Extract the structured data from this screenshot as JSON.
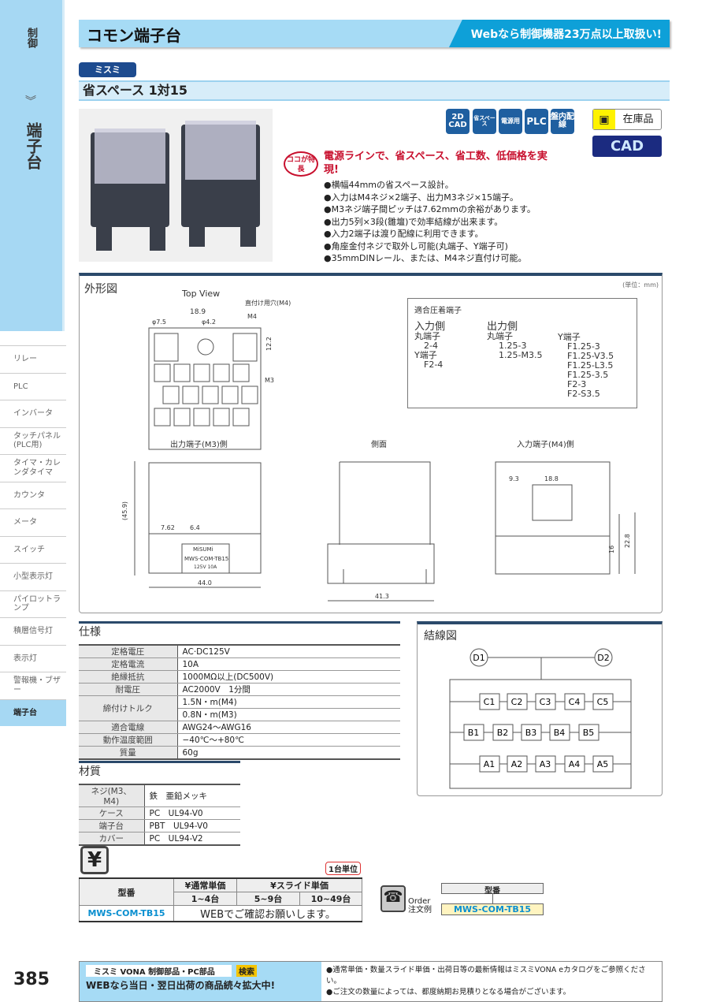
{
  "sidebar": {
    "category": "制御",
    "current_section": "端子台",
    "items": [
      {
        "label": "リレー"
      },
      {
        "label": "PLC"
      },
      {
        "label": "インバータ"
      },
      {
        "label": "タッチパネル(PLC用)"
      },
      {
        "label": "タイマ・カレンダタイマ"
      },
      {
        "label": "カウンタ"
      },
      {
        "label": "メータ"
      },
      {
        "label": "スイッチ"
      },
      {
        "label": "小型表示灯"
      },
      {
        "label": "パイロットランプ"
      },
      {
        "label": "積層信号灯"
      },
      {
        "label": "表示灯"
      },
      {
        "label": "警報機・ブザー"
      },
      {
        "label": "端子台",
        "active": true
      }
    ]
  },
  "header": {
    "title": "コモン端子台",
    "promo": "Webなら制御機器23万点以上取扱い!"
  },
  "brand": "ミスミ",
  "subtitle": "省スペース 1対15",
  "feature_icons": [
    "2D CAD",
    "省スペース",
    "電源用",
    "PLC",
    "盤内配線"
  ],
  "stock_label": "在庫品",
  "cad_label": "CAD",
  "feature_badge": "ココが特長",
  "headline": "電源ラインで、省スペース、省工数、低価格を実現!",
  "bullets": [
    "●横幅44mmの省スペース設計。",
    "●入力はM4ネジ×2端子、出力M3ネジ×15端子。",
    "●M3ネジ端子間ピッチは7.62mmの余裕があります。",
    "●出力5列×3段(雛壇)で効率結線が出来ます。",
    "●入力2端子は渡り配線に利用できます。",
    "●角座金付ネジで取外し可能(丸端子、Y端子可)",
    "●35mmDINレール、または、M4ネジ直付け可能。"
  ],
  "outline": {
    "title": "外形図",
    "unit": "(単位：mm)",
    "top_view": "Top View",
    "hole_label": "直付け用穴(M4)",
    "dims": {
      "w189": "18.9",
      "d75": "φ7.5",
      "d42": "φ4.2",
      "m4": "M4",
      "h122": "12.2",
      "m3": "M3",
      "h459": "(45.9)",
      "p762": "7.62",
      "p64": "6.4",
      "w440": "44.0",
      "w413": "41.3",
      "d93": "9.3",
      "d188": "18.8",
      "h16": "16",
      "h228": "22.8"
    },
    "views": {
      "output": "出力端子(M3)側",
      "side": "側面",
      "input": "入力端子(M4)側"
    },
    "label_plate": {
      "brand": "MiSUMi",
      "model": "MWS-COM-TB15",
      "rating": "125V 10A"
    },
    "crimp": {
      "title": "適合圧着端子",
      "input_side": "入力側",
      "output_side": "出力側",
      "in_round": "丸端子",
      "in_round_vals": "2-4",
      "in_y": "Y端子",
      "in_y_vals": "F2-4",
      "out_round": "丸端子",
      "out_round_vals": [
        "1.25-3",
        "1.25-M3.5"
      ],
      "out_y": "Y端子",
      "out_y_vals": [
        "F1.25-3",
        "F1.25-V3.5",
        "F1.25-L3.5",
        "F1.25-3.5",
        "F2-3",
        "F2-S3.5"
      ]
    }
  },
  "specs": {
    "title": "仕様",
    "rows": [
      [
        "定格電圧",
        "AC·DC125V"
      ],
      [
        "定格電流",
        "10A"
      ],
      [
        "絶縁抵抗",
        "1000MΩ以上(DC500V)"
      ],
      [
        "耐電圧",
        "AC2000V　1分間"
      ],
      [
        "締付けトルク",
        "1.5N・m(M4)"
      ],
      [
        "",
        "0.8N・m(M3)"
      ],
      [
        "適合電線",
        "AWG24～AWG16"
      ],
      [
        "動作温度範囲",
        "−40℃～+80℃"
      ],
      [
        "質量",
        "60g"
      ]
    ]
  },
  "materials": {
    "title": "材質",
    "rows": [
      [
        "ネジ(M3、M4)",
        "鉄　亜鉛メッキ"
      ],
      [
        "ケース",
        "PC　UL94-V0"
      ],
      [
        "端子台",
        "PBT　UL94-V0"
      ],
      [
        "カバー",
        "PC　UL94-V2"
      ]
    ]
  },
  "wiring": {
    "title": "結線図",
    "d": [
      "D1",
      "D2"
    ],
    "c": [
      "C1",
      "C2",
      "C3",
      "C4",
      "C5"
    ],
    "b": [
      "B1",
      "B2",
      "B3",
      "B4",
      "B5"
    ],
    "a": [
      "A1",
      "A2",
      "A3",
      "A4",
      "A5"
    ]
  },
  "price": {
    "unit_note": "1台単位",
    "col_model": "型番",
    "col_normal": "¥通常単価",
    "col_slide": "¥スライド単価",
    "qty": [
      "1~4台",
      "5~9台",
      "10~49台"
    ],
    "model": "MWS-COM-TB15",
    "note": "WEBでご確認お願いします。"
  },
  "order": {
    "label_en": "Order",
    "label_ja": "注文例",
    "col": "型番",
    "model": "MWS-COM-TB15"
  },
  "footer": {
    "search_text": "ミスミ VONA 制御部品・PC部品",
    "search_btn": "検索",
    "slogan": "WEBなら当日・翌日出荷の商品続々拡大中!",
    "notes": [
      "●通常単価・数量スライド単価・出荷日等の最新情報はミスミVONA eカタログをご参照ください。",
      "●ご注文の数量によっては、都度納期お見積りとなる場合がございます。"
    ]
  },
  "page_number": "385",
  "colors": {
    "accent": "#0ea0d8",
    "light_blue": "#a6dbf5",
    "navy": "#1b2b80",
    "red": "#c8102e"
  }
}
